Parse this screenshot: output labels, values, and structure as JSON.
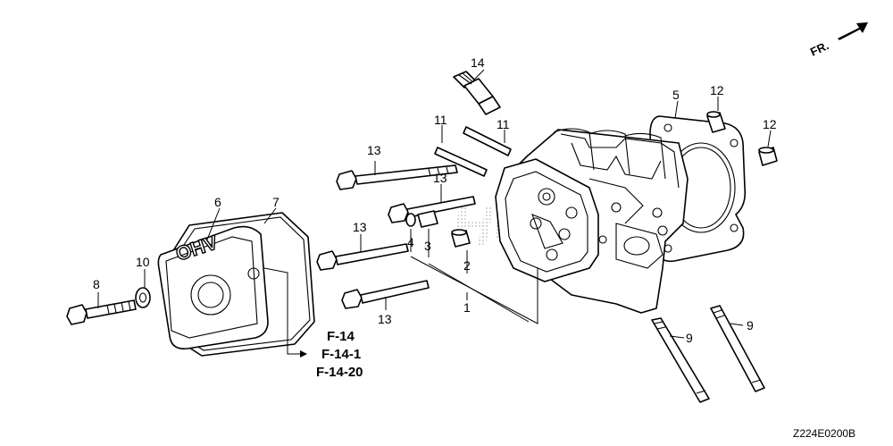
{
  "callouts": [
    {
      "id": "c1",
      "text": "1"
    },
    {
      "id": "c2",
      "text": "2"
    },
    {
      "id": "c3",
      "text": "3"
    },
    {
      "id": "c4",
      "text": "4"
    },
    {
      "id": "c5",
      "text": "5"
    },
    {
      "id": "c6",
      "text": "6"
    },
    {
      "id": "c7",
      "text": "7"
    },
    {
      "id": "c8",
      "text": "8"
    },
    {
      "id": "c9a",
      "text": "9"
    },
    {
      "id": "c9b",
      "text": "9"
    },
    {
      "id": "c10",
      "text": "10"
    },
    {
      "id": "c11a",
      "text": "11"
    },
    {
      "id": "c11b",
      "text": "11"
    },
    {
      "id": "c12a",
      "text": "12"
    },
    {
      "id": "c12b",
      "text": "12"
    },
    {
      "id": "c13a",
      "text": "13"
    },
    {
      "id": "c13b",
      "text": "13"
    },
    {
      "id": "c13c",
      "text": "13"
    },
    {
      "id": "c13d",
      "text": "13"
    },
    {
      "id": "c14",
      "text": "14"
    }
  ],
  "references": [
    "F-14",
    "F-14-1",
    "F-14-20"
  ],
  "cover_marking": "OHV",
  "direction_label": "FR.",
  "diagram_code": "Z224E0200B",
  "watermark": "HONDA",
  "colors": {
    "ink": "#000000",
    "paper": "#ffffff",
    "watermark": "#c8c8c8"
  }
}
